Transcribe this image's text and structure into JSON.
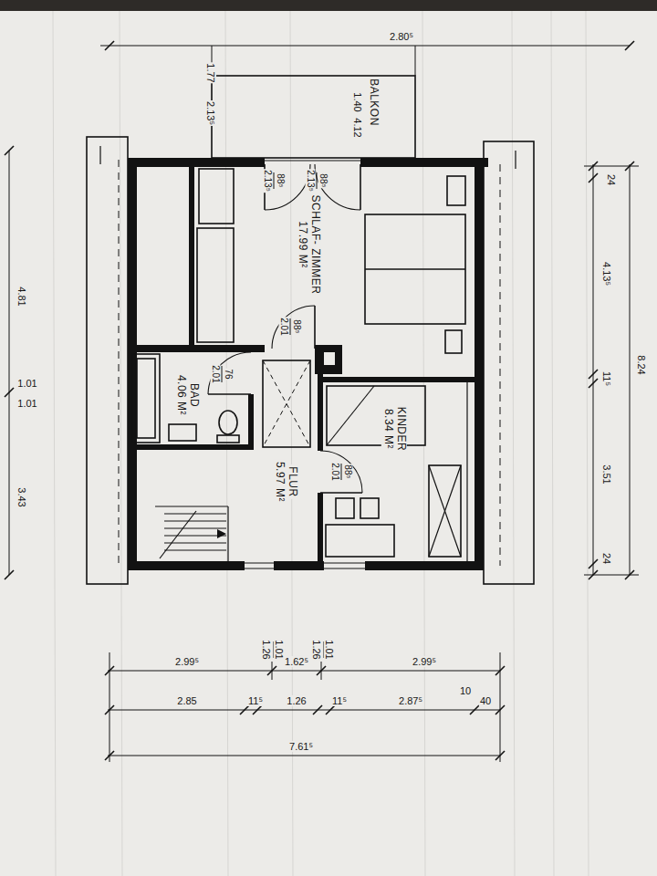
{
  "diagram": {
    "nodes": [
      {
        "text": [
          "BALKON"
        ]
      },
      {
        "text": [
          "SCHLAF- ZIMMER",
          "17.99 M²"
        ]
      },
      {
        "text": [
          "BAD",
          "4.06 M²"
        ]
      },
      {
        "text": [
          "FLUR",
          "5.97 M²"
        ]
      },
      {
        "text": [
          "KINDER",
          "8.34 M²"
        ]
      }
    ],
    "edges": [],
    "labels": [
      "2.80⁵",
      "1.77",
      "2.13⁵",
      "1.40",
      "4.12",
      "88⁵",
      "2.13⁵",
      "88⁵",
      "2.13⁵",
      "88⁵",
      "2.01",
      "76",
      "2.01",
      "88⁵",
      "2.01",
      "4.81",
      "1.01",
      "1.01",
      "3.43",
      "24",
      "4.13⁵",
      "11⁵",
      "3.51",
      "24",
      "8.24",
      "2.99⁵",
      "1.01",
      "1.26",
      "1.62⁵",
      "1.01",
      "1.26",
      "2.99⁵",
      "2.85",
      "11⁵",
      "1.26",
      "11⁵",
      "2.87⁵",
      "10",
      "40",
      "7.61⁵"
    ]
  }
}
